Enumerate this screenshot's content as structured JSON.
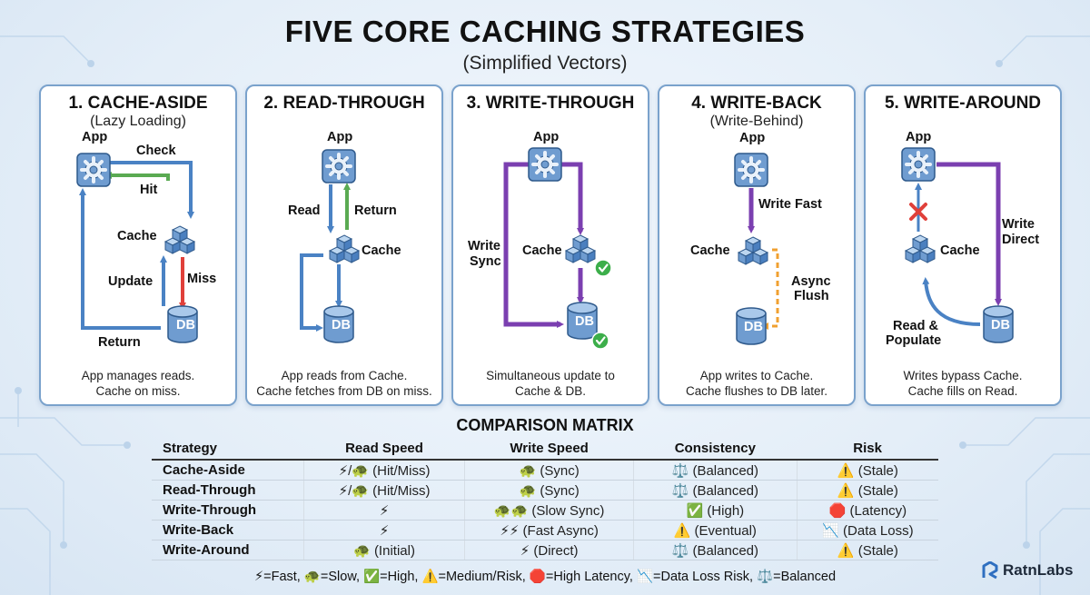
{
  "title": "FIVE CORE CACHING STRATEGIES",
  "subtitle": "(Simplified Vectors)",
  "colors": {
    "blue": "#4a82c4",
    "green": "#5aaa52",
    "red": "#e0403a",
    "purple": "#7b3fb0",
    "orange": "#f0a030",
    "card_border": "#7aa2cc"
  },
  "cards": [
    {
      "title": "1. CACHE-ASIDE",
      "subtitle": "(Lazy Loading)",
      "labels": {
        "app": "App",
        "check": "Check",
        "hit": "Hit",
        "cache": "Cache",
        "update": "Update",
        "miss": "Miss",
        "db": "DB",
        "return": "Return"
      },
      "desc_line1": "App manages reads.",
      "desc_line2": "Cache on miss."
    },
    {
      "title": "2. READ-THROUGH",
      "labels": {
        "app": "App",
        "read": "Read",
        "return": "Return",
        "cache": "Cache",
        "db": "DB"
      },
      "desc_line1": "App reads from Cache.",
      "desc_line2": "Cache fetches from DB on miss."
    },
    {
      "title": "3. WRITE-THROUGH",
      "labels": {
        "app": "App",
        "write": "Write",
        "sync": "Sync",
        "cache": "Cache",
        "db": "DB"
      },
      "desc_line1": "Simultaneous update to",
      "desc_line2": "Cache & DB."
    },
    {
      "title": "4. WRITE-BACK",
      "subtitle": "(Write-Behind)",
      "labels": {
        "app": "App",
        "write_fast": "Write Fast",
        "cache": "Cache",
        "async": "Async",
        "flush": "Flush",
        "db": "DB"
      },
      "desc_line1": "App writes to Cache.",
      "desc_line2": "Cache flushes to DB later."
    },
    {
      "title": "5. WRITE-AROUND",
      "labels": {
        "app": "App",
        "write": "Write",
        "direct": "Direct",
        "cache": "Cache",
        "read_and": "Read &",
        "populate": "Populate",
        "db": "DB"
      },
      "desc_line1": "Writes bypass Cache.",
      "desc_line2": "Cache fills on Read."
    }
  ],
  "matrix": {
    "title": "COMPARISON MATRIX",
    "headers": [
      "Strategy",
      "Read Speed",
      "Write Speed",
      "Consistency",
      "Risk"
    ],
    "rows": [
      [
        "Cache-Aside",
        "⚡/🐢 (Hit/Miss)",
        "🐢 (Sync)",
        "⚖️ (Balanced)",
        "⚠️ (Stale)"
      ],
      [
        "Read-Through",
        "⚡/🐢 (Hit/Miss)",
        "🐢 (Sync)",
        "⚖️ (Balanced)",
        "⚠️ (Stale)"
      ],
      [
        "Write-Through",
        "⚡",
        "🐢🐢 (Slow Sync)",
        "✅ (High)",
        "🛑 (Latency)"
      ],
      [
        "Write-Back",
        "⚡",
        "⚡⚡ (Fast Async)",
        "⚠️ (Eventual)",
        "📉 (Data Loss)"
      ],
      [
        "Write-Around",
        "🐢 (Initial)",
        "⚡ (Direct)",
        "⚖️ (Balanced)",
        "⚠️ (Stale)"
      ]
    ]
  },
  "legend": "⚡=Fast, 🐢=Slow, ✅=High, ⚠️=Medium/Risk, 🛑=High Latency, 📉=Data Loss Risk, ⚖️=Balanced",
  "brand": "RatnLabs",
  "icons": {
    "app": "gear-icon",
    "cache": "cubes-icon",
    "db": "database-icon",
    "ok": "check-circle-icon",
    "blocked": "red-x-icon"
  }
}
